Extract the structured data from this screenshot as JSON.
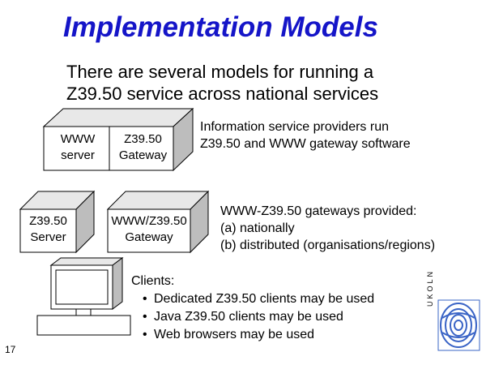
{
  "slide": {
    "title": "Implementation Models",
    "intro_line1": "There are several models for running a",
    "intro_line2": "Z39.50 service across national services",
    "boxes": {
      "www_server_line1": "WWW",
      "www_server_line2": "server",
      "gateway_top_line1": "Z39.50",
      "gateway_top_line2": "Gateway",
      "z_server_line1": "Z39.50",
      "z_server_line2": "Server",
      "www_gateway_line1": "WWW/Z39.50",
      "www_gateway_line2": "Gateway"
    },
    "notes": {
      "providers_line1": "Information service providers run",
      "providers_line2": "Z39.50 and WWW gateway software",
      "gateways_line1": "WWW-Z39.50 gateways provided:",
      "gateways_line2": "(a) nationally",
      "gateways_line3": "(b) distributed (organisations/regions)"
    },
    "clients": {
      "heading": "Clients:",
      "items": [
        "Dedicated Z39.50 clients may be used",
        "Java Z39.50 clients may be used",
        "Web browsers may be used"
      ]
    },
    "page_number": "17",
    "logo_text": "UKOLN"
  },
  "colors": {
    "title": "#1515c8",
    "box_face": "#ffffff",
    "box_top": "#e8e8e8",
    "box_side": "#bdbdbd",
    "logo": "#3a64c6"
  },
  "icons": {
    "computer": "computer-icon",
    "logo": "ukoln-logo"
  }
}
